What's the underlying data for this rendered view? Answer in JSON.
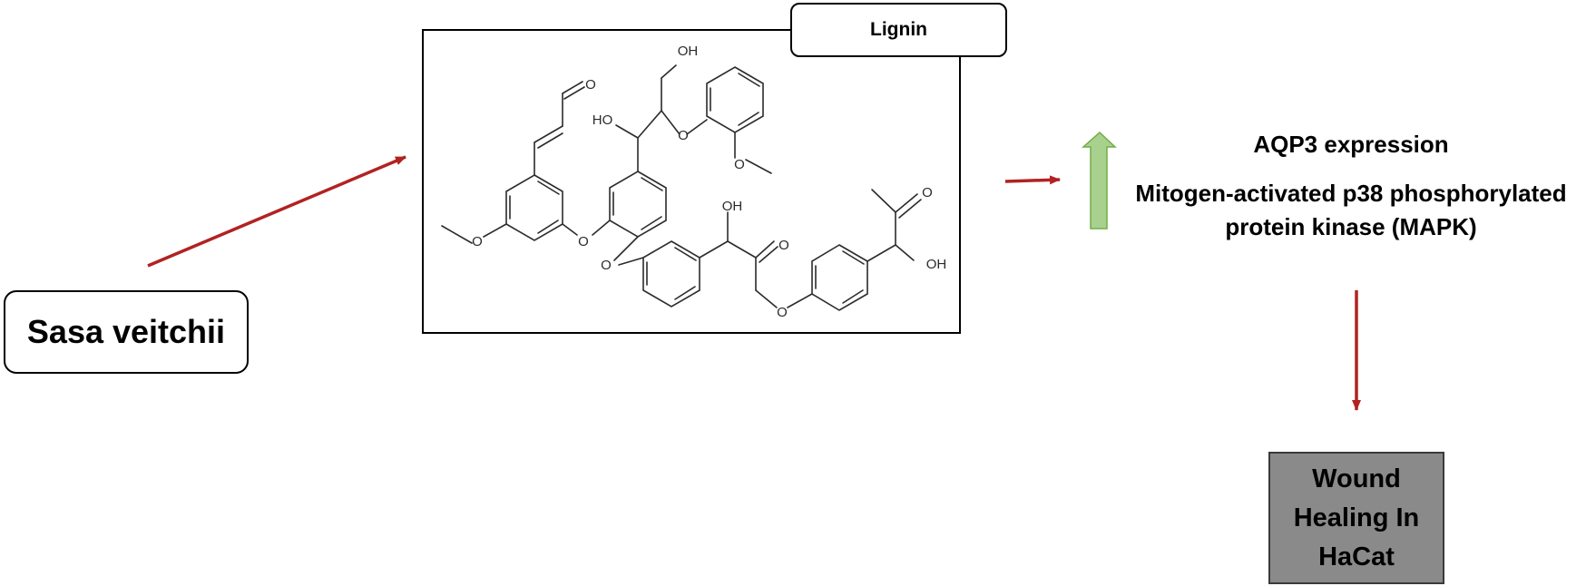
{
  "source": {
    "label": "Sasa veitchii"
  },
  "compound": {
    "label": "Lignin",
    "atoms": [
      "O",
      "OH",
      "HO",
      "O",
      "O",
      "O",
      "O",
      "OH",
      "O",
      "O",
      "O",
      "O",
      "OH"
    ]
  },
  "effects": {
    "direction": "up",
    "items": [
      "AQP3 expression",
      "Mitogen-activated p38 phosphorylated protein kinase (MAPK)"
    ]
  },
  "outcome": {
    "label": "Wound Healing In HaCat"
  },
  "colors": {
    "arrow": "#b22222",
    "up_arrow_fill": "#a9d18e",
    "up_arrow_stroke": "#70ad47",
    "outcome_fill": "#8a8a8a"
  }
}
